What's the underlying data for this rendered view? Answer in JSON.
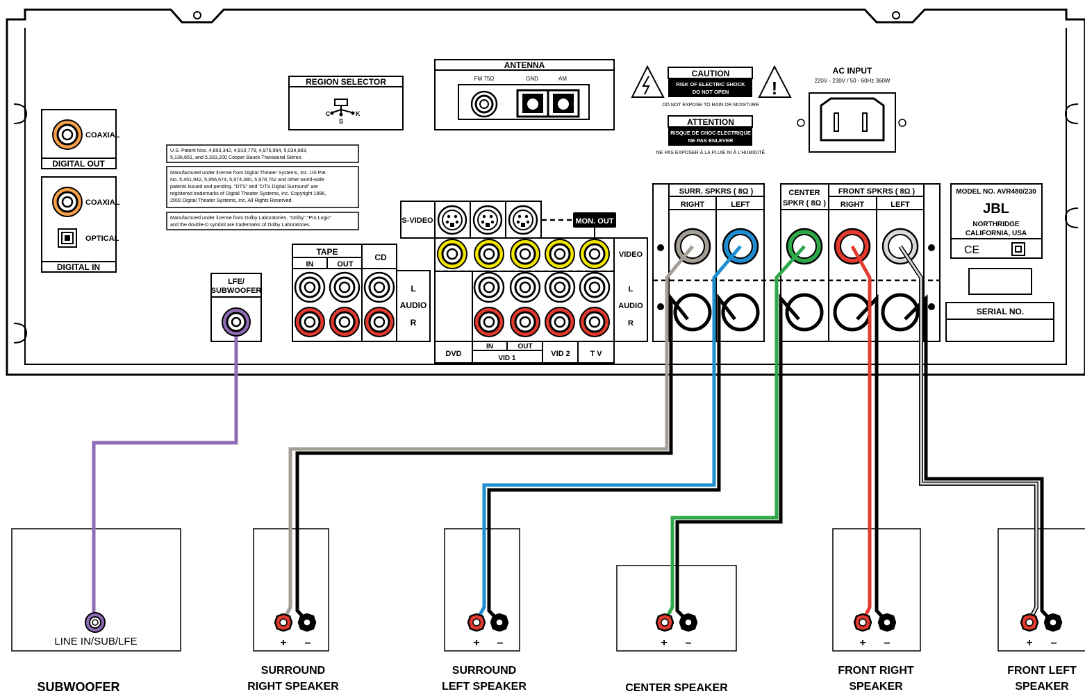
{
  "panel": {
    "region_selector": {
      "title": "REGION SELECTOR",
      "c": "C",
      "s": "S",
      "k": "K"
    },
    "antenna": {
      "title": "ANTENNA",
      "fm": "FM 75Ω",
      "gnd": "GND",
      "am": "AM"
    },
    "caution": {
      "title": "CAUTION",
      "line1": "RISK OF ELECTRIC SHOCK",
      "line2": "DO NOT OPEN",
      "footer": "DO NOT EXPOSE TO RAIN OR MOISTURE"
    },
    "attention": {
      "title": "ATTENTION",
      "line1": "RISQUE DE CHOC ELECTRIQUE",
      "line2": "NE PAS ENLEVER",
      "footer": "NE PAS EXPOSER À LA PLUIE NI À L'HUMIDITÉ"
    },
    "ac_input": {
      "title": "AC INPUT",
      "spec": "220V - 230V / 50 - 60Hz 360W"
    },
    "digital_out": {
      "coaxial": "COAXIAL",
      "title": "DIGITAL OUT"
    },
    "digital_in": {
      "coaxial": "COAXIAL",
      "optical": "OPTICAL",
      "title": "DIGITAL IN"
    },
    "patents": {
      "block1": [
        "U.S. Patent Nos. 4,893,342,  4,910,779,  4,975,954, 5,034,983,",
        "5,136,651,  and  5,333,200 Cooper Bauck Transaural Stereo."
      ],
      "block2": [
        "Manufactured under license from Digital Theater Systems, Inc. US Pat.",
        "No. 5,451,942, 5,956,674, 5,974,380, 5,978,762 and other world-wide",
        "patents issued and pending.   \"DTS\" and \"DTS Digital Surround\" are",
        "registered trademarks of Digital Theater Systems, Inc. Copyright 1996,",
        "2000 Digital Theater Systems, Inc. All Rights Reserved."
      ],
      "block3": [
        "Manufactured under license from Dolby Laboratories. \"Dolby\",\"Pro Logic\"",
        "and the double-D symbol are trademarks of Dolby Laboratories."
      ]
    },
    "video_section": {
      "s_video": "S-VIDEO",
      "mon_out": "MON. OUT",
      "video": "VIDEO",
      "l": "L",
      "audio": "AUDIO",
      "r": "R",
      "dvd": "DVD",
      "in": "IN",
      "out": "OUT",
      "vid1": "VID 1",
      "vid2": "VID 2",
      "tv": "T V"
    },
    "audio_section": {
      "tape": "TAPE",
      "in": "IN",
      "out": "OUT",
      "cd": "CD",
      "l": "L",
      "audio": "AUDIO",
      "r": "R"
    },
    "lfe": {
      "line1": "LFE/",
      "line2": "SUBWOOFER"
    },
    "surround_spkrs": {
      "title": "SURR. SPKRS ( 8Ω )",
      "right": "RIGHT",
      "left": "LEFT"
    },
    "center_spkr": {
      "line1": "CENTER",
      "line2": "SPKR ( 8Ω )"
    },
    "front_spkrs": {
      "title": "FRONT SPKRS ( 8Ω )",
      "right": "RIGHT",
      "left": "LEFT"
    },
    "model": {
      "number": "MODEL NO. AVR480/230",
      "brand": "JBL",
      "line1": "NORTHRIDGE",
      "line2": "CALIFORNIA,  USA",
      "ce": "CE"
    },
    "serial": "SERIAL NO."
  },
  "speakers": {
    "subwoofer": {
      "input_label": "LINE IN/SUB/LFE",
      "name": "SUBWOOFER"
    },
    "surround_right": {
      "line1": "SURROUND",
      "line2": "RIGHT SPEAKER"
    },
    "surround_left": {
      "line1": "SURROUND",
      "line2": "LEFT SPEAKER"
    },
    "center": {
      "line1": "CENTER SPEAKER"
    },
    "front_right": {
      "line1": "FRONT RIGHT",
      "line2": "SPEAKER"
    },
    "front_left": {
      "line1": "FRONT LEFT",
      "line2": "SPEAKER"
    },
    "plus": "+",
    "minus": "–"
  },
  "wire_colors": {
    "subwoofer": "#8e6bb5",
    "surround_right": "#a39e96",
    "surround_left": "#1f8ed1",
    "center": "#2fa84a",
    "front_right": "#e23a2e",
    "front_left": "#d9d9d9",
    "negative": "#000000"
  }
}
